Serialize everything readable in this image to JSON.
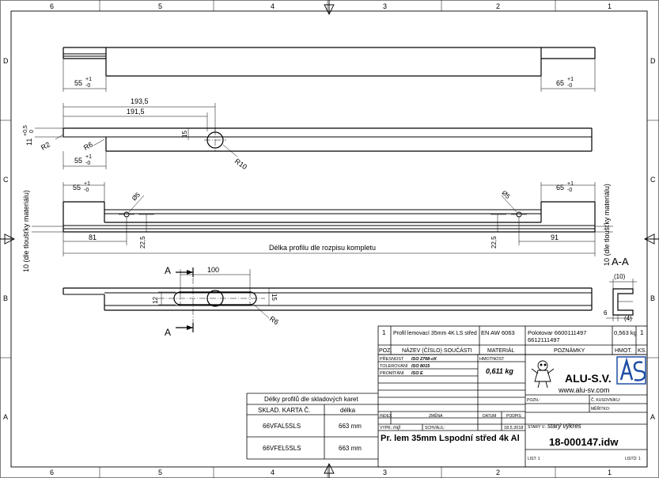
{
  "zone_numbers": [
    "6",
    "5",
    "4",
    "3",
    "2",
    "1"
  ],
  "zone_letters": [
    "D",
    "C",
    "B",
    "A"
  ],
  "view1": {
    "dim_left": "55",
    "tol_left_up": "+1",
    "tol_left_dn": "-0",
    "dim_right": "65",
    "tol_right_up": "+1",
    "tol_right_dn": "-0"
  },
  "view2": {
    "d_193": "193,5",
    "d_191": "191,5",
    "d_15": "15",
    "d_r2": "R2",
    "d_r6": "R6",
    "d_r10": "R10",
    "d_11": "11",
    "d_11_tol_up": "+0,5",
    "d_11_tol_dn": "0",
    "d_55": "55",
    "tol_up": "+1",
    "tol_dn": "-0"
  },
  "view3": {
    "d_55": "55",
    "d_65": "65",
    "tol_up": "+1",
    "tol_dn": "-0",
    "phi_left": "Ø5",
    "phi_right": "Ø5",
    "d_81": "81",
    "d_91": "91",
    "d_22_left": "22,5",
    "d_22_right": "22,5",
    "length_note": "Délka profilu dle rozpisu kompletu",
    "side_left": "10 (dle tloušťky materiálu)",
    "side_right": "10 (dle tloušťky materiálu)"
  },
  "view4": {
    "d_100": "100",
    "d_12": "12",
    "d_15": "15",
    "d_r6": "R6",
    "sect_top": "A",
    "sect_bot": "A"
  },
  "section": {
    "title": "A-A",
    "d_10": "(10)",
    "d_6": "6",
    "d_4": "(4)"
  },
  "parts_list": {
    "row": {
      "pos": "1",
      "name": "Profil lemovací 35mm 4K LS střed",
      "material": "EN AW 6063",
      "notes_1": "Polotovar 6600111497",
      "notes_2": "6612111497",
      "mass": "0,563 kg",
      "qty": "1"
    },
    "headers": {
      "pos": "POZ.",
      "name": "NÁZEV (ČÍSLO) SOUČÁSTI",
      "material": "MATERIÁL",
      "notes": "POZNÁMKY",
      "mass": "HMOT.",
      "qty": "KS."
    }
  },
  "title_block": {
    "presnost_label": "PŘESNOST",
    "presnost_val": "ISO 2768-cK",
    "tolerovani_label": "TOLEROVÁNÍ",
    "tolerovani_val": "ISO 8015",
    "promitani_label": "PROMÍTÁNÍ",
    "promitani_val": "ISO E",
    "hmotnost_label": "HMOTNOST",
    "hmotnost_val": "0,611 kg",
    "company": "ALU-S.V.",
    "website": "www.alu-sv.com",
    "pozn_label": "POZN.:",
    "kusovnik_label": "Č. KUSOVNÍKU:",
    "meritko_label": "MĚŘÍTKO:",
    "index_label": "INDEX",
    "zmena_label": "ZMĚNA",
    "datum_label": "DATUM",
    "podpis_label": "PODPIS",
    "vypr_label": "VYPR.:",
    "vypr_val": "mijl",
    "schvalil_label": "SCHVÁLIL:",
    "date_val": "18.5.2018",
    "stary_label": "STARÝ V.:",
    "stary_val": "starý výkres",
    "title": "Pr. lem 35mm Lspodní střed 4k Al",
    "drawing_no": "18-000147.idw",
    "list_label": "LIST: 1",
    "listu_label": "LISTŮ: 1"
  },
  "lengths_table": {
    "title": "Délky profilů dle skladových karet",
    "col1": "SKLAD. KARTA Č.",
    "col2": "délka",
    "rows": [
      {
        "card": "66VFAL5SLS",
        "length": "663 mm"
      },
      {
        "card": "66VFEL5SLS",
        "length": "663 mm"
      }
    ]
  }
}
